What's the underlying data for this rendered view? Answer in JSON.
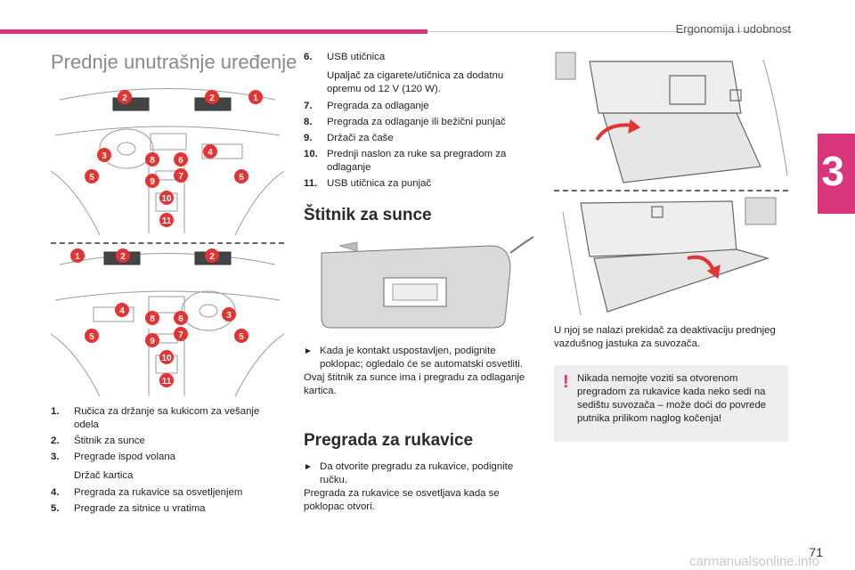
{
  "header": {
    "section_title": "Ergonomija i udobnost",
    "chapter_number": "3"
  },
  "page_title": "Prednje unutrašnje uređenje",
  "callouts_top": [
    "2",
    "2",
    "1",
    "3",
    "8",
    "6",
    "4",
    "5",
    "9",
    "7",
    "5",
    "10",
    "11"
  ],
  "callouts_bottom": [
    "1",
    "2",
    "2",
    "4",
    "8",
    "6",
    "3",
    "5",
    "9",
    "7",
    "5",
    "10",
    "11"
  ],
  "list_left": [
    {
      "num": "1.",
      "text": "Ručica za držanje sa kukicom za vešanje odela"
    },
    {
      "num": "2.",
      "text": "Štitnik za sunce"
    },
    {
      "num": "3.",
      "text": "Pregrade ispod volana"
    },
    {
      "sub": "Držač kartica"
    },
    {
      "num": "4.",
      "text": "Pregrada za rukavice sa osvetljenjem"
    },
    {
      "num": "5.",
      "text": "Pregrade za sitnice u vratima"
    }
  ],
  "list_middle": [
    {
      "num": "6.",
      "text": "USB utičnica"
    },
    {
      "sub": "Upaljač za cigarete/utičnica za dodatnu opremu od 12 V (120 W)."
    },
    {
      "num": "7.",
      "text": "Pregrada za odlaganje"
    },
    {
      "num": "8.",
      "text": "Pregrada za odlaganje ili bežični punjač"
    },
    {
      "num": "9.",
      "text": "Držači za čaše"
    },
    {
      "num": "10.",
      "text": "Prednji naslon za ruke sa pregradom za odlaganje"
    },
    {
      "num": "11.",
      "text": "USB utičnica za punjač"
    }
  ],
  "sun_visor": {
    "heading": "Štitnik za sunce",
    "bullet": "Kada je kontakt uspostavljen, podignite poklopac; ogledalo će se automatski osvetliti.",
    "note": "Ovaj štitnik za sunce ima i pregradu za odlaganje kartica."
  },
  "glovebox": {
    "heading": "Pregrada za rukavice",
    "bullet": "Da otvorite pregradu za rukavice, podignite ručku.",
    "note": "Pregrada za rukavice se osvetljava kada se poklopac otvori.",
    "airbag_note": "U njoj se nalazi prekidač za deaktivaciju prednjeg vazdušnog jastuka za suvozača."
  },
  "warning": {
    "icon": "!",
    "text": "Nikada nemojte voziti sa otvorenom pregradom za rukavice kada neko sedi na sedištu suvozača – može doći do povrede putnika prilikom naglog kočenja!"
  },
  "page_number": "71",
  "footer_logo": "carmanualsonline.info",
  "colors": {
    "accent": "#d8357c",
    "callout": "#e43333",
    "warning_bg": "#eeeeee"
  }
}
